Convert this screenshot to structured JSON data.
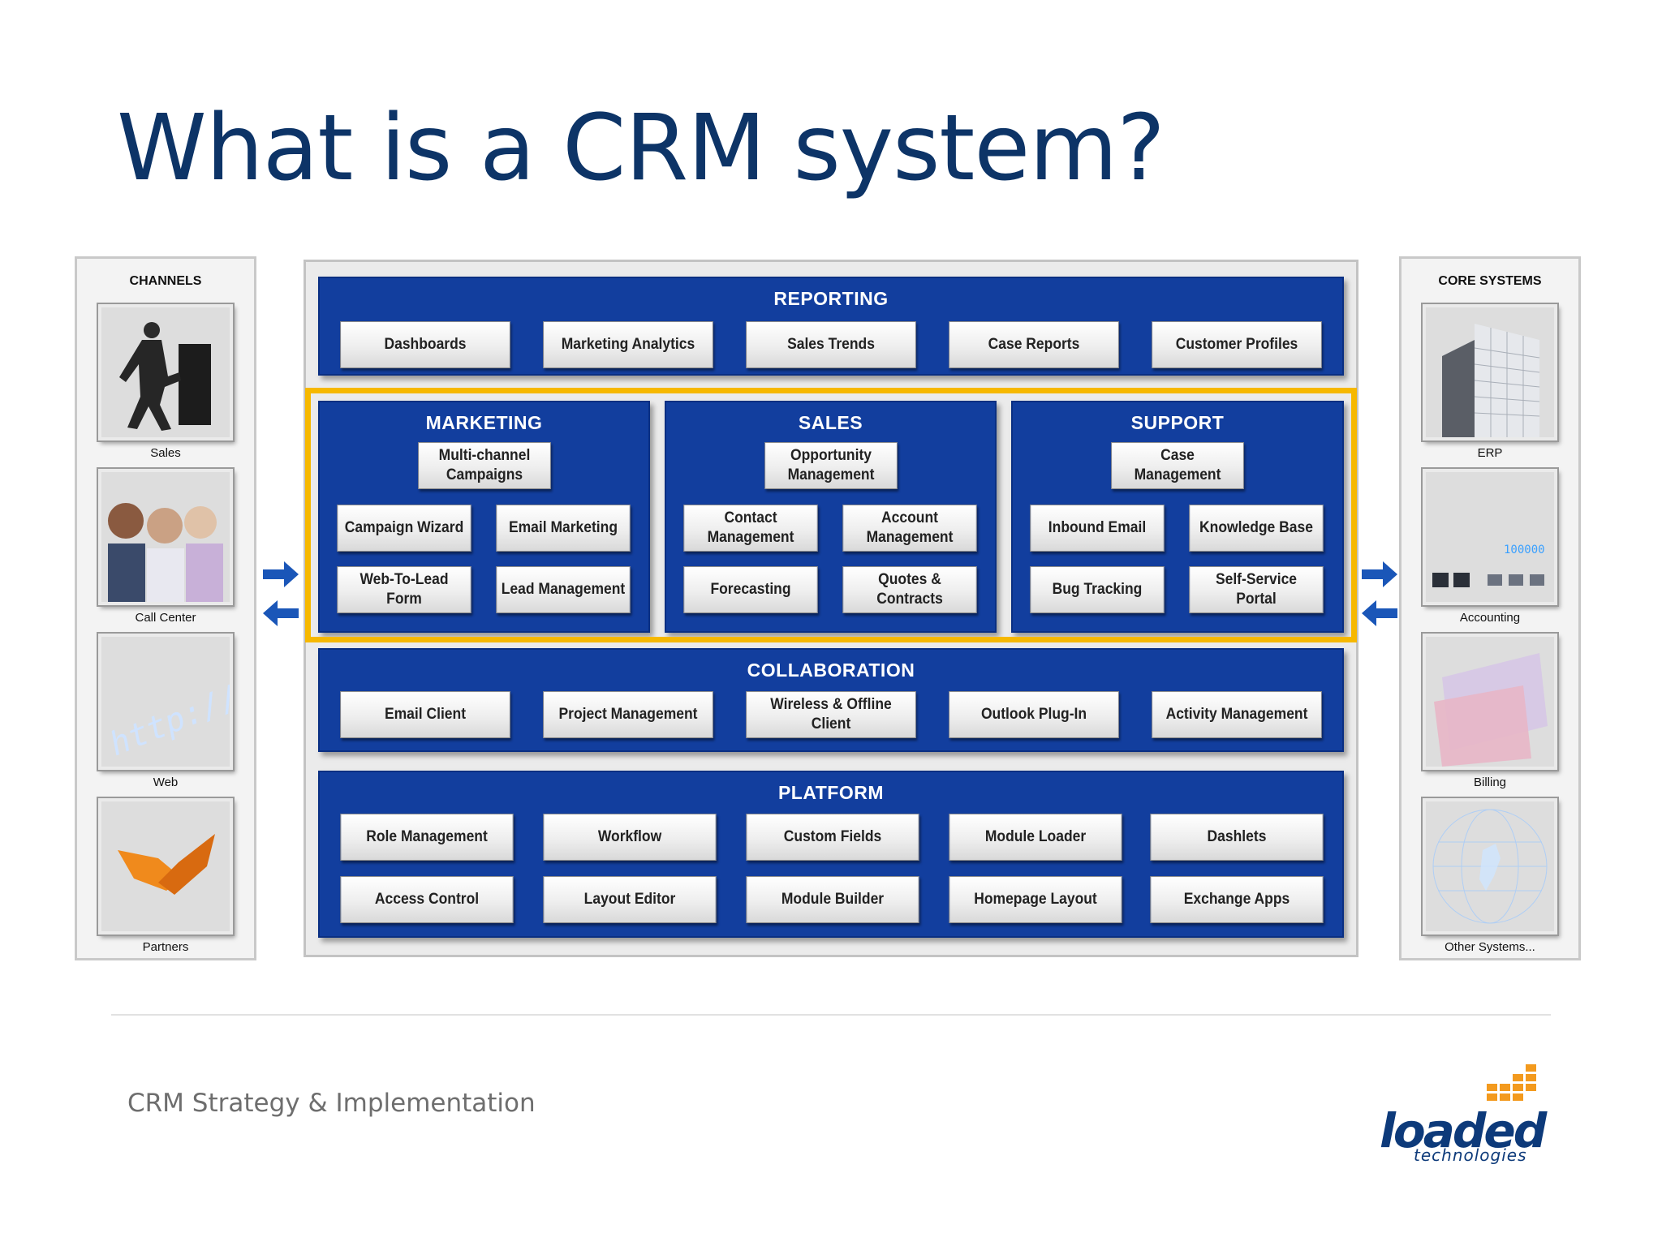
{
  "title": "What is a CRM system?",
  "channels": {
    "heading": "CHANNELS",
    "items": [
      "Sales",
      "Call Center",
      "Web",
      "Partners"
    ]
  },
  "core_systems": {
    "heading": "CORE SYSTEMS",
    "items": [
      "ERP",
      "Accounting",
      "Billing",
      "Other Systems..."
    ]
  },
  "web_image_text": "http://www",
  "accounting_display": "100000",
  "reporting": {
    "title": "REPORTING",
    "items": [
      "Dashboards",
      "Marketing Analytics",
      "Sales Trends",
      "Case Reports",
      "Customer Profiles"
    ]
  },
  "marketing": {
    "title": "MARKETING",
    "items": [
      "Multi-channel\nCampaigns",
      "Campaign Wizard",
      "Email Marketing",
      "Web-To-Lead\nForm",
      "Lead Management"
    ]
  },
  "sales": {
    "title": "SALES",
    "items": [
      "Opportunity\nManagement",
      "Contact\nManagement",
      "Account\nManagement",
      "Forecasting",
      "Quotes & Contracts"
    ]
  },
  "support": {
    "title": "SUPPORT",
    "items": [
      "Case\nManagement",
      "Inbound Email",
      "Knowledge Base",
      "Bug Tracking",
      "Self-Service\nPortal"
    ]
  },
  "collaboration": {
    "title": "COLLABORATION",
    "items": [
      "Email Client",
      "Project Management",
      "Wireless & Offline Client",
      "Outlook Plug-In",
      "Activity Management"
    ]
  },
  "platform": {
    "title": "PLATFORM",
    "items": [
      "Role Management",
      "Workflow",
      "Custom Fields",
      "Module Loader",
      "Dashlets",
      "Access Control",
      "Layout Editor",
      "Module Builder",
      "Homepage Layout",
      "Exchange Apps"
    ]
  },
  "footer": "CRM Strategy & Implementation",
  "logo": {
    "word": "loaded",
    "sub": "technologies"
  },
  "colors": {
    "title": "#0d3467",
    "band": "#123e9e",
    "highlight": "#f6b800",
    "arrow": "#1a56b8",
    "logo": "#0d3a7a",
    "logo_dots": "#f39a1e"
  }
}
